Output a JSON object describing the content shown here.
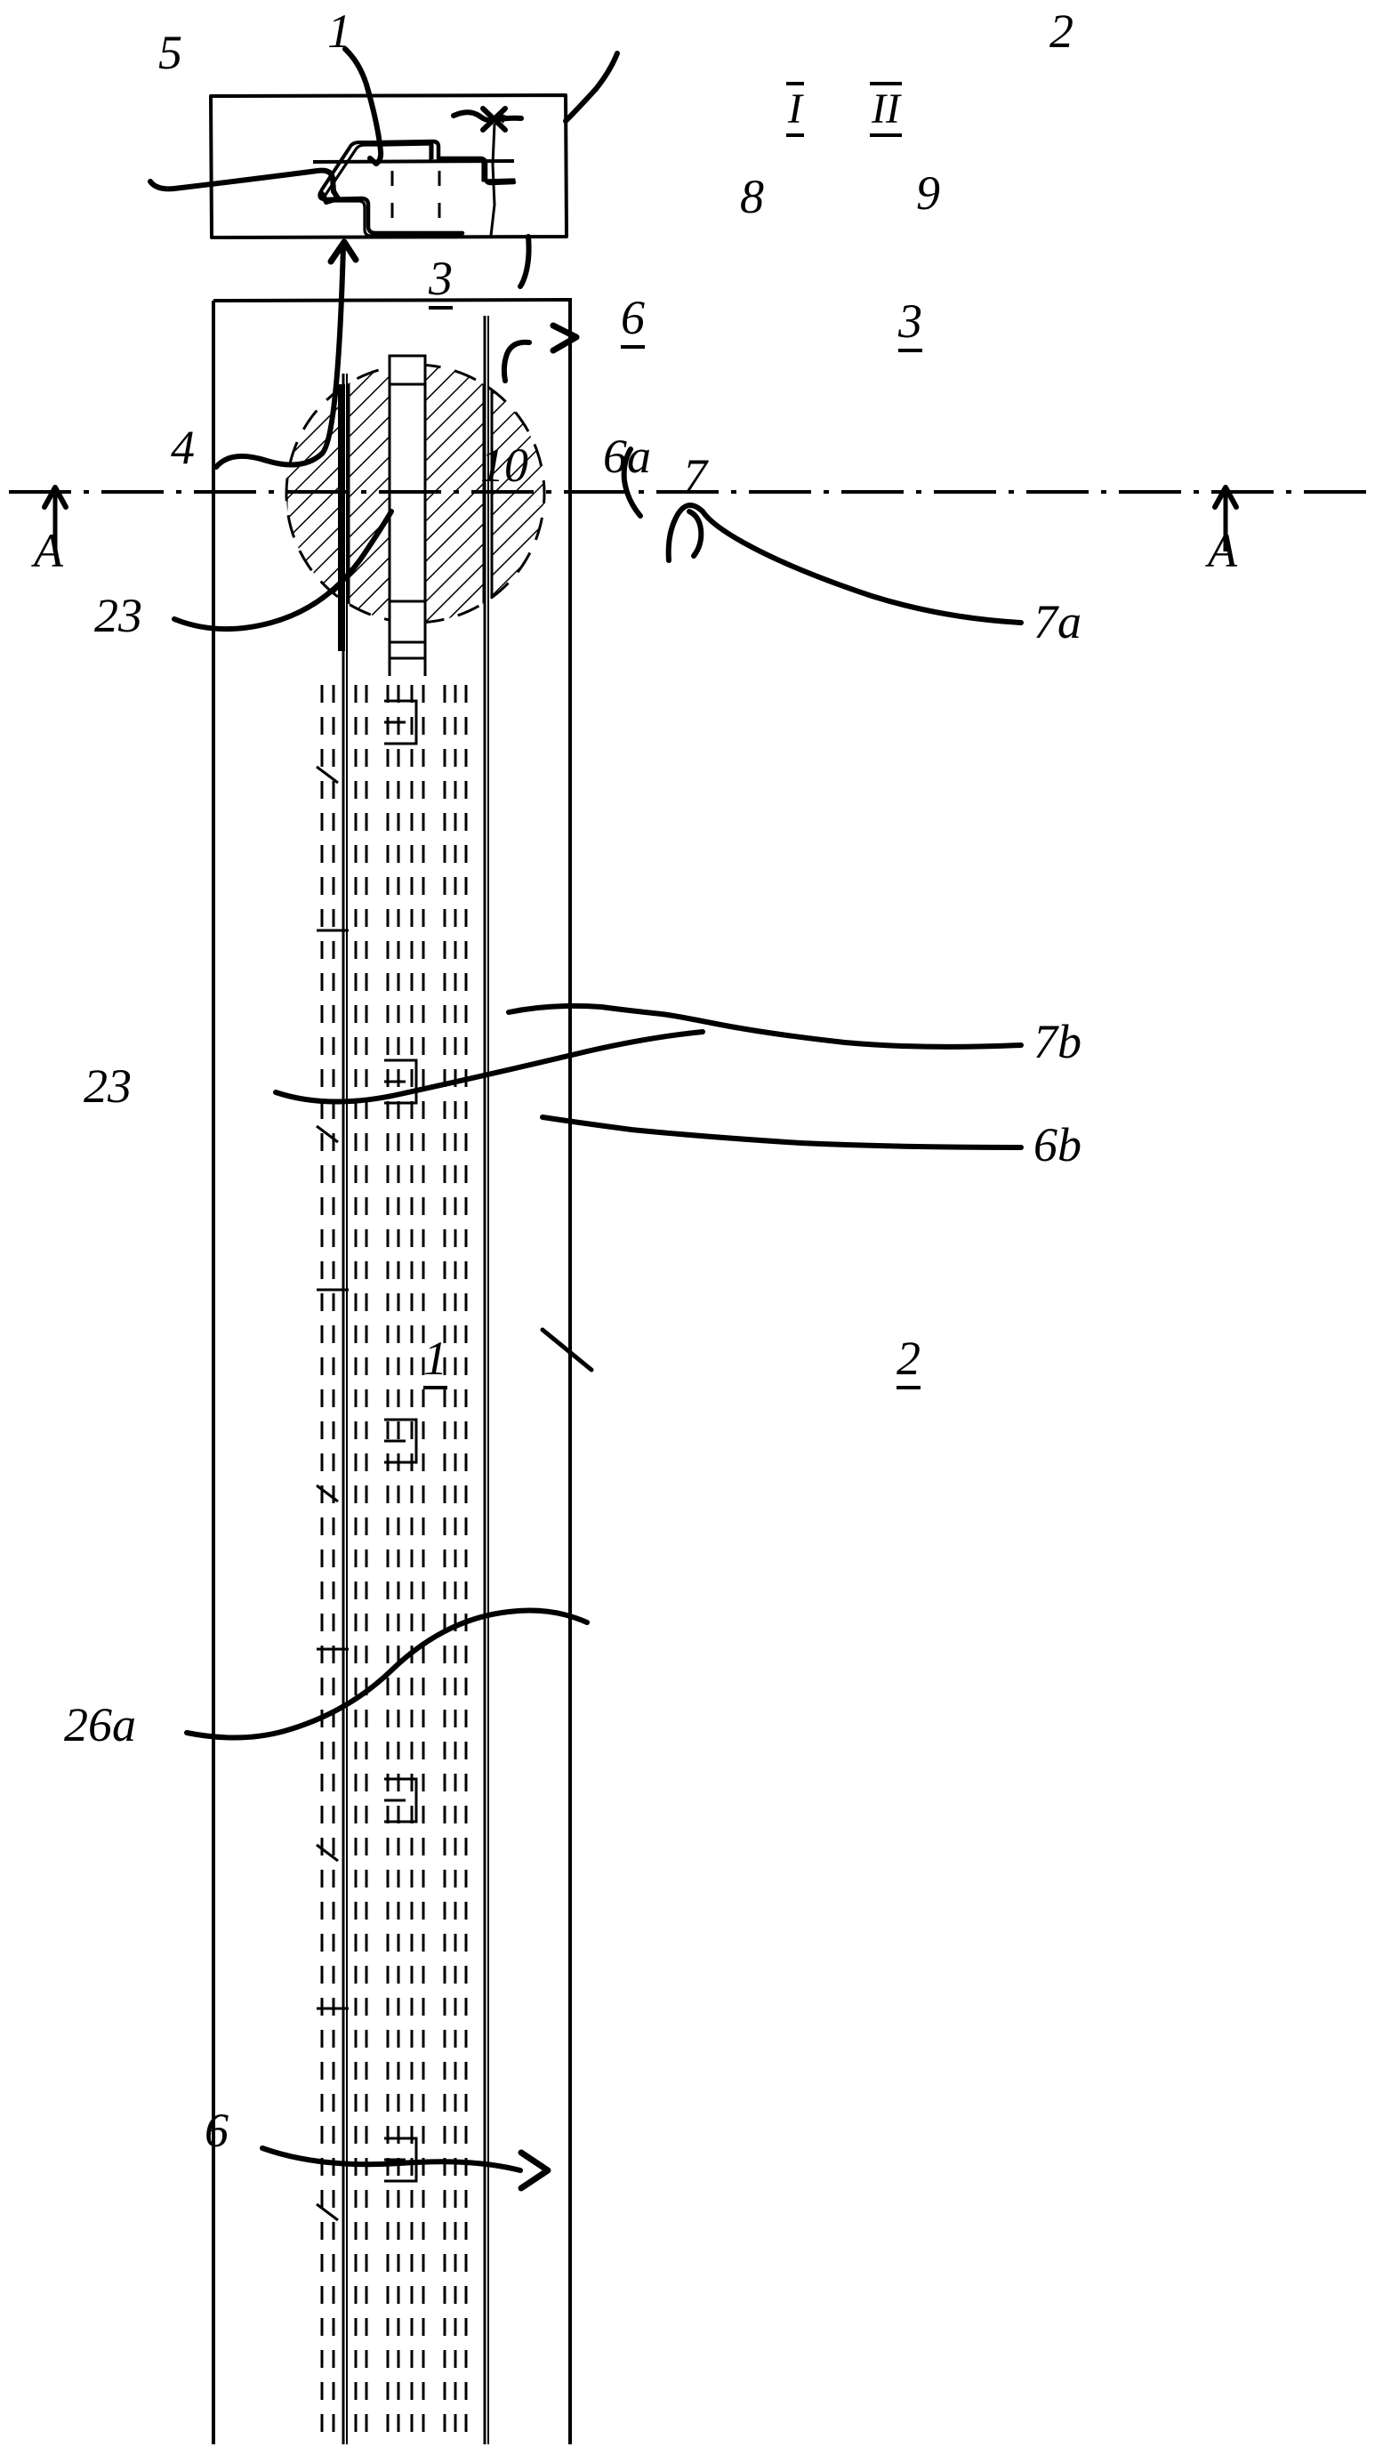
{
  "figure": {
    "kind": "patent-technical-drawing",
    "description": "Hand-drawn patent drawing: upper cross-section view of a rail/profile assembly and lower plan view with section line A-A",
    "ink_color": "#000000",
    "background_color": "#ffffff"
  },
  "upper_view": {
    "name": "cross-section-view",
    "section_markers": {
      "left": "I",
      "right": "II"
    },
    "labels": {
      "part_1": "1",
      "part_2": "2",
      "part_3_left": "3",
      "part_3_right": "3",
      "part_4": "4",
      "part_5": "5",
      "part_6": "6",
      "part_6a": "6a",
      "part_7": "7",
      "part_8": "8",
      "part_9": "9",
      "part_10": "10"
    }
  },
  "lower_view": {
    "name": "plan-view",
    "section_line": {
      "left_arrow_label": "A",
      "right_arrow_label": "A"
    },
    "labels": {
      "part_23_upper": "23",
      "part_23_lower": "23",
      "part_7a": "7a",
      "part_7b": "7b",
      "part_6b": "6b",
      "part_1": "1",
      "part_2": "2",
      "part_26a": "26a",
      "part_6": "6"
    }
  }
}
